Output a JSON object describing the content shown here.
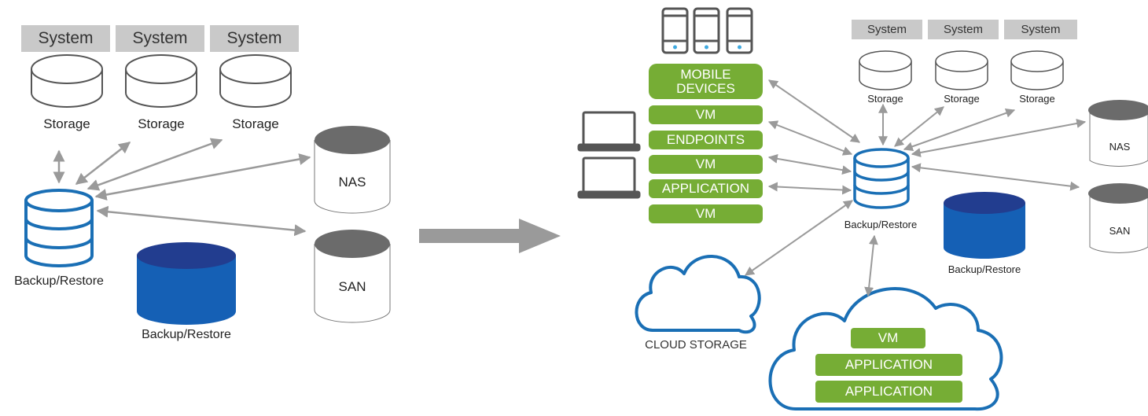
{
  "left": {
    "systems": [
      "System",
      "System",
      "System"
    ],
    "storage_labels": [
      "Storage",
      "Storage",
      "Storage"
    ],
    "backup_label": "Backup/Restore",
    "backup_blue_label": "Backup/Restore",
    "nas_label": "NAS",
    "san_label": "SAN"
  },
  "right": {
    "systems": [
      "System",
      "System",
      "System"
    ],
    "storage_labels": [
      "Storage",
      "Storage",
      "Storage"
    ],
    "green_items": [
      "MOBILE DEVICES",
      "VM",
      "ENDPOINTS",
      "VM",
      "APPLICATION",
      "VM"
    ],
    "backup_label": "Backup/Restore",
    "backup_blue_label": "Backup/Restore",
    "nas_label": "NAS",
    "san_label": "SAN",
    "cloud_storage_label": "CLOUD STORAGE",
    "cloud_items": [
      "VM",
      "APPLICATION",
      "APPLICATION"
    ]
  },
  "colors": {
    "system_gray": "#c9c9c9",
    "disk_dark": "#6b6b6b",
    "blue_outline": "#1a6fb5",
    "blue_fill": "#1560b5",
    "navy": "#223d8f",
    "green": "#76ad35",
    "arrow": "#9a9a9a"
  }
}
